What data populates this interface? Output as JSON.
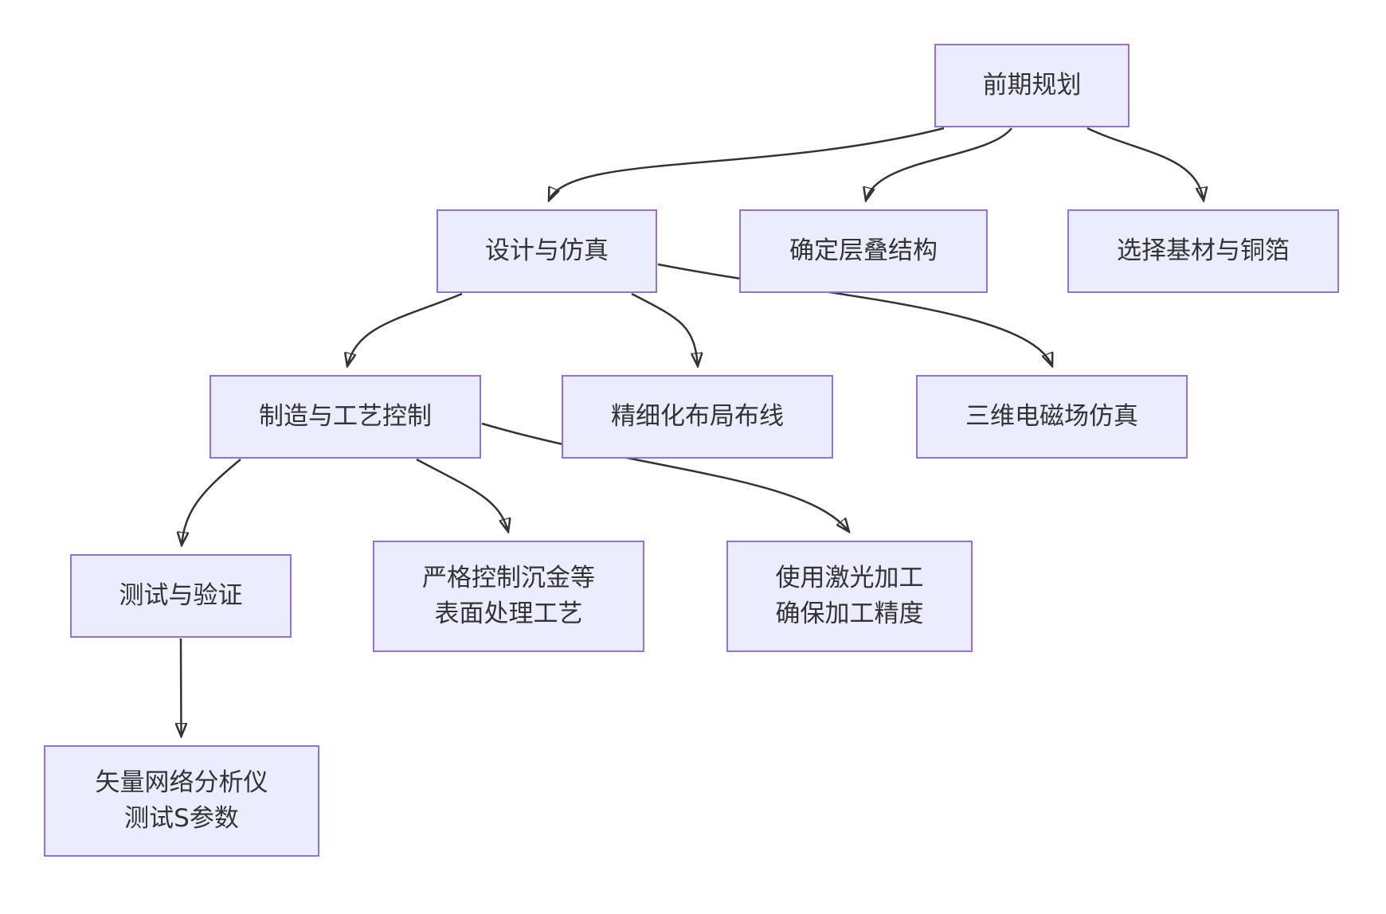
{
  "diagram": {
    "type": "flowchart",
    "direction": "top-down",
    "colors": {
      "node_fill": "#ECECFF",
      "node_border": "#9370DB",
      "text": "#333333",
      "edge": "#333333",
      "background": "#FFFFFF"
    },
    "nodes": {
      "plan": {
        "label": "前期规划"
      },
      "design": {
        "label": "设计与仿真"
      },
      "stack": {
        "label": "确定层叠结构"
      },
      "material": {
        "label": "选择基材与铜箔"
      },
      "mfg": {
        "label": "制造与工艺控制"
      },
      "layout": {
        "label": "精细化布局布线"
      },
      "sim3d": {
        "label": "三维电磁场仿真"
      },
      "test": {
        "label": "测试与验证"
      },
      "surface": {
        "label": "严格控制沉金等\n表面处理工艺"
      },
      "laser": {
        "label": "使用激光加工\n确保加工精度"
      },
      "vna": {
        "label": "矢量网络分析仪\n测试S参数"
      }
    },
    "edges": [
      {
        "from": "前期规划",
        "to": "设计与仿真"
      },
      {
        "from": "前期规划",
        "to": "确定层叠结构"
      },
      {
        "from": "前期规划",
        "to": "选择基材与铜箔"
      },
      {
        "from": "设计与仿真",
        "to": "制造与工艺控制"
      },
      {
        "from": "设计与仿真",
        "to": "精细化布局布线"
      },
      {
        "from": "设计与仿真",
        "to": "三维电磁场仿真"
      },
      {
        "from": "制造与工艺控制",
        "to": "测试与验证"
      },
      {
        "from": "制造与工艺控制",
        "to": "严格控制沉金等表面处理工艺"
      },
      {
        "from": "制造与工艺控制",
        "to": "使用激光加工确保加工精度"
      },
      {
        "from": "测试与验证",
        "to": "矢量网络分析仪测试S参数"
      }
    ]
  }
}
